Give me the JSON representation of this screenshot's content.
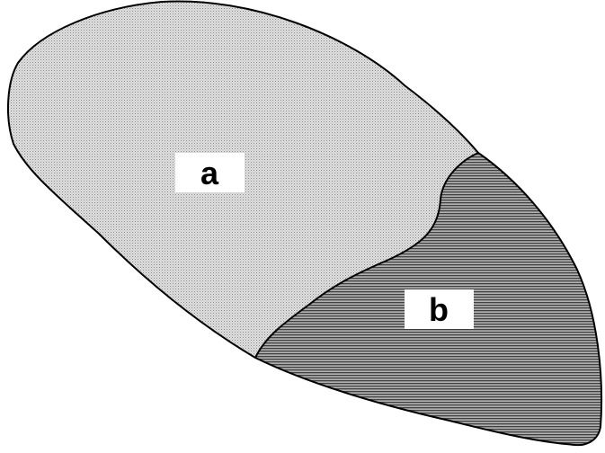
{
  "diagram": {
    "regions": [
      {
        "id": "a",
        "label": "a",
        "pattern": "dot-stipple",
        "fill": "#d9d9d9"
      },
      {
        "id": "b",
        "label": "b",
        "pattern": "horizontal-lines",
        "fill": "#8c8c8c"
      }
    ],
    "outline_color": "#000000",
    "background": "#ffffff"
  }
}
